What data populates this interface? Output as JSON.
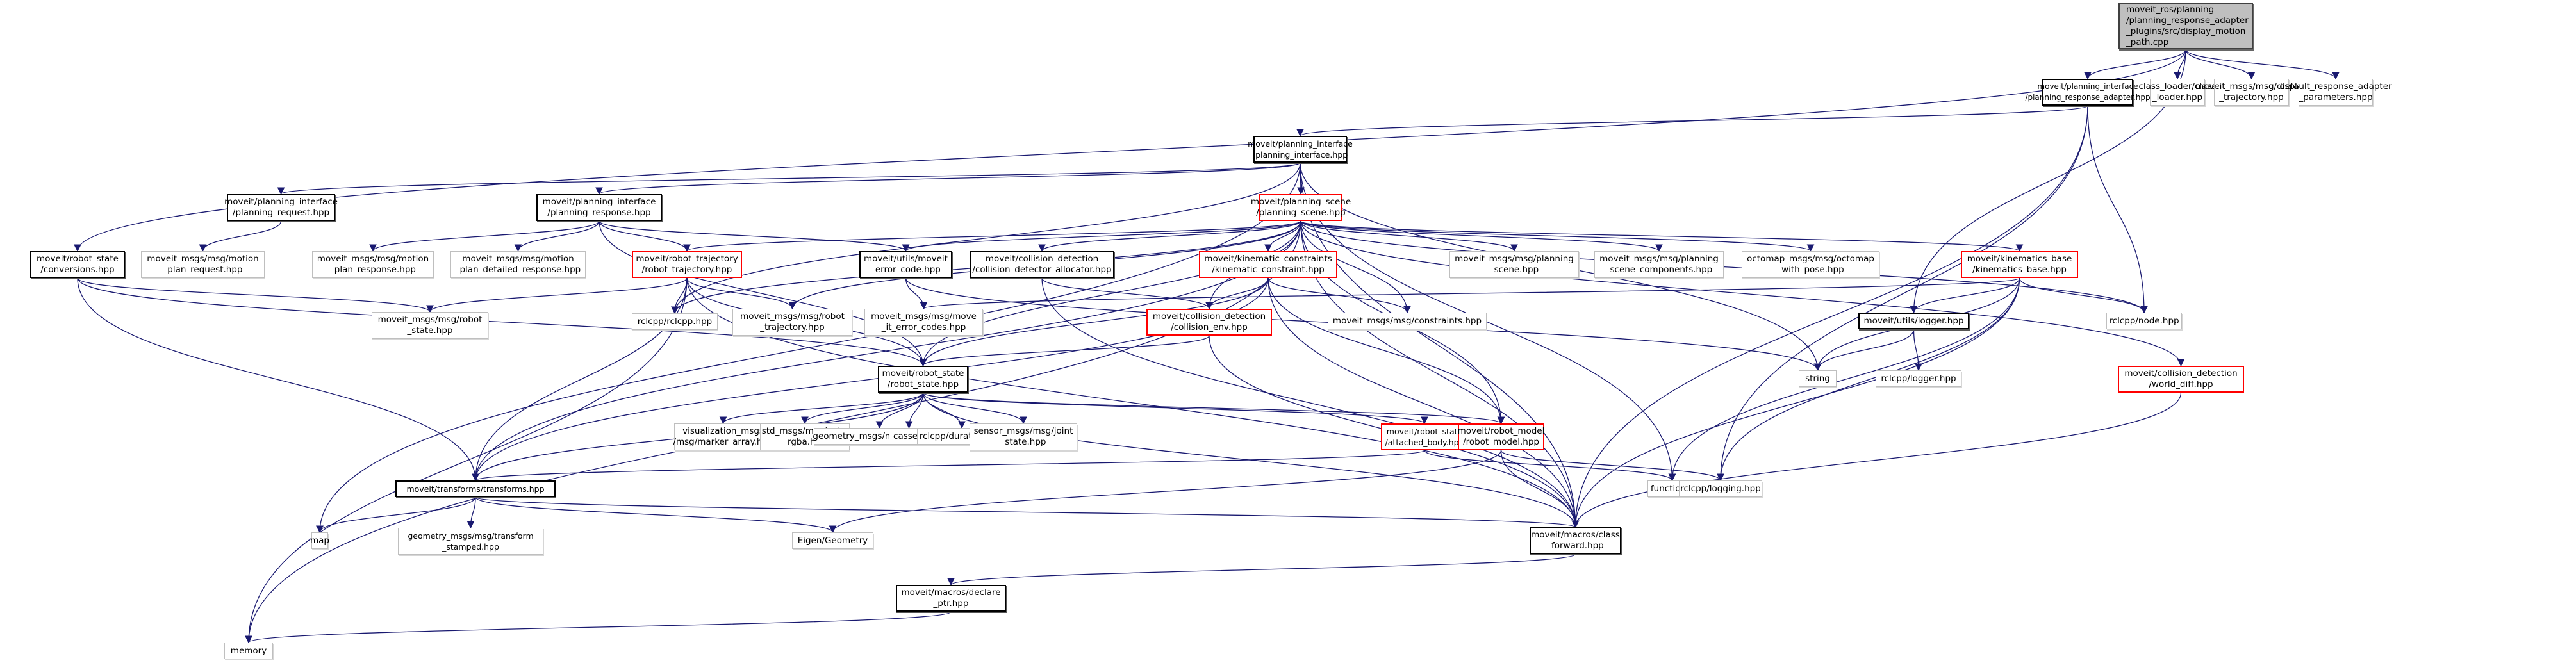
{
  "title": "display_motion_path.cpp include dependency graph",
  "colors": {
    "edge": "#191970",
    "documented_border": "#000000",
    "truncated_border": "#ff0000",
    "external_border": "#bfbfbf",
    "root_fill": "#bfbfbf"
  },
  "nodes": [
    {
      "id": "root",
      "label": "moveit_ros/planning\n/planning_response_adapter\n_plugins/src/display_motion\n_path.cpp",
      "kind": "root"
    },
    {
      "id": "pra",
      "label": "moveit/planning_interface\n/planning_response_adapter.hpp",
      "kind": "documented"
    },
    {
      "id": "classloader",
      "label": "class_loader/class\n_loader.hpp",
      "kind": "external"
    },
    {
      "id": "displaytraj",
      "label": "moveit_msgs/msg/display\n_trajectory.hpp",
      "kind": "external"
    },
    {
      "id": "defparams",
      "label": "default_response_adapter\n_parameters.hpp",
      "kind": "external"
    },
    {
      "id": "pi",
      "label": "moveit/planning_interface\n/planning_interface.hpp",
      "kind": "documented"
    },
    {
      "id": "preq",
      "label": "moveit/planning_interface\n/planning_request.hpp",
      "kind": "documented"
    },
    {
      "id": "presp",
      "label": "moveit/planning_interface\n/planning_response.hpp",
      "kind": "documented"
    },
    {
      "id": "ps",
      "label": "moveit/planning_scene\n/planning_scene.hpp",
      "kind": "truncated"
    },
    {
      "id": "conv",
      "label": "moveit/robot_state\n/conversions.hpp",
      "kind": "documented"
    },
    {
      "id": "mpreq",
      "label": "moveit_msgs/msg/motion\n_plan_request.hpp",
      "kind": "external"
    },
    {
      "id": "mpresp",
      "label": "moveit_msgs/msg/motion\n_plan_response.hpp",
      "kind": "external"
    },
    {
      "id": "mpdet",
      "label": "moveit_msgs/msg/motion\n_plan_detailed_response.hpp",
      "kind": "external"
    },
    {
      "id": "rt",
      "label": "moveit/robot_trajectory\n/robot_trajectory.hpp",
      "kind": "truncated"
    },
    {
      "id": "errcode",
      "label": "moveit/utils/moveit\n_error_code.hpp",
      "kind": "documented"
    },
    {
      "id": "cda",
      "label": "moveit/collision_detection\n/collision_detector_allocator.hpp",
      "kind": "documented"
    },
    {
      "id": "kc",
      "label": "moveit/kinematic_constraints\n/kinematic_constraint.hpp",
      "kind": "truncated"
    },
    {
      "id": "psmsg",
      "label": "moveit_msgs/msg/planning\n_scene.hpp",
      "kind": "external"
    },
    {
      "id": "pscomp",
      "label": "moveit_msgs/msg/planning\n_scene_components.hpp",
      "kind": "external"
    },
    {
      "id": "octomap",
      "label": "octomap_msgs/msg/octomap\n_with_pose.hpp",
      "kind": "external"
    },
    {
      "id": "kb",
      "label": "moveit/kinematics_base\n/kinematics_base.hpp",
      "kind": "truncated"
    },
    {
      "id": "rsmsg",
      "label": "moveit_msgs/msg/robot\n_state.hpp",
      "kind": "external"
    },
    {
      "id": "rclcpp",
      "label": "rclcpp/rclcpp.hpp",
      "kind": "external"
    },
    {
      "id": "rtmsg",
      "label": "moveit_msgs/msg/robot\n_trajectory.hpp",
      "kind": "external"
    },
    {
      "id": "errmsg",
      "label": "moveit_msgs/msg/move\n_it_error_codes.hpp",
      "kind": "external"
    },
    {
      "id": "ce",
      "label": "moveit/collision_detection\n/collision_env.hpp",
      "kind": "truncated"
    },
    {
      "id": "constraints",
      "label": "moveit_msgs/msg/constraints.hpp",
      "kind": "external"
    },
    {
      "id": "logger",
      "label": "moveit/utils/logger.hpp",
      "kind": "documented"
    },
    {
      "id": "node",
      "label": "rclcpp/node.hpp",
      "kind": "external"
    },
    {
      "id": "string",
      "label": "string",
      "kind": "external"
    },
    {
      "id": "rcllogger",
      "label": "rclcpp/logger.hpp",
      "kind": "external"
    },
    {
      "id": "worlddiff",
      "label": "moveit/collision_detection\n/world_diff.hpp",
      "kind": "truncated"
    },
    {
      "id": "rs",
      "label": "moveit/robot_state\n/robot_state.hpp",
      "kind": "documented"
    },
    {
      "id": "marker",
      "label": "visualization_msgs\n/msg/marker_array.hpp",
      "kind": "external"
    },
    {
      "id": "color",
      "label": "std_msgs/msg/color\n_rgba.hpp",
      "kind": "external"
    },
    {
      "id": "twist",
      "label": "geometry_msgs/msg/twist.hpp",
      "kind": "external"
    },
    {
      "id": "cassert",
      "label": "cassert",
      "kind": "external"
    },
    {
      "id": "duration",
      "label": "rclcpp/duration.hpp",
      "kind": "external"
    },
    {
      "id": "jointstate",
      "label": "sensor_msgs/msg/joint\n_state.hpp",
      "kind": "external"
    },
    {
      "id": "ab",
      "label": "moveit/robot_state\n/attached_body.hpp",
      "kind": "truncated"
    },
    {
      "id": "rm",
      "label": "moveit/robot_model\n/robot_model.hpp",
      "kind": "truncated"
    },
    {
      "id": "functional",
      "label": "functional",
      "kind": "external"
    },
    {
      "id": "logging",
      "label": "rclcpp/logging.hpp",
      "kind": "external"
    },
    {
      "id": "tf",
      "label": "moveit/transforms/transforms.hpp",
      "kind": "documented"
    },
    {
      "id": "map",
      "label": "map",
      "kind": "external"
    },
    {
      "id": "tfstamped",
      "label": "geometry_msgs/msg/transform\n_stamped.hpp",
      "kind": "external"
    },
    {
      "id": "eigen",
      "label": "Eigen/Geometry",
      "kind": "external"
    },
    {
      "id": "cf",
      "label": "moveit/macros/class\n_forward.hpp",
      "kind": "documented"
    },
    {
      "id": "dp",
      "label": "moveit/macros/declare\n_ptr.hpp",
      "kind": "documented"
    },
    {
      "id": "memory",
      "label": "memory",
      "kind": "external"
    }
  ],
  "edges": [
    [
      "root",
      "pra"
    ],
    [
      "root",
      "classloader"
    ],
    [
      "root",
      "displaytraj"
    ],
    [
      "root",
      "defparams"
    ],
    [
      "root",
      "conv"
    ],
    [
      "root",
      "logger"
    ],
    [
      "pra",
      "pi"
    ],
    [
      "pra",
      "node"
    ],
    [
      "pra",
      "logging"
    ],
    [
      "pra",
      "cf"
    ],
    [
      "pi",
      "preq"
    ],
    [
      "pi",
      "presp"
    ],
    [
      "pi",
      "ps"
    ],
    [
      "pi",
      "rclcpp"
    ],
    [
      "pi",
      "string"
    ],
    [
      "pi",
      "map"
    ],
    [
      "pi",
      "cf"
    ],
    [
      "pi",
      "functional"
    ],
    [
      "preq",
      "mpreq"
    ],
    [
      "presp",
      "mpresp"
    ],
    [
      "presp",
      "mpdet"
    ],
    [
      "presp",
      "rt"
    ],
    [
      "presp",
      "errcode"
    ],
    [
      "presp",
      "rs"
    ],
    [
      "conv",
      "rsmsg"
    ],
    [
      "conv",
      "tf"
    ],
    [
      "conv",
      "rs"
    ],
    [
      "ps",
      "rt"
    ],
    [
      "ps",
      "errcode"
    ],
    [
      "ps",
      "cda"
    ],
    [
      "ps",
      "kc"
    ],
    [
      "ps",
      "psmsg"
    ],
    [
      "ps",
      "pscomp"
    ],
    [
      "ps",
      "octomap"
    ],
    [
      "ps",
      "kb"
    ],
    [
      "ps",
      "rclcpp"
    ],
    [
      "ps",
      "rtmsg"
    ],
    [
      "ps",
      "ce"
    ],
    [
      "ps",
      "rs"
    ],
    [
      "ps",
      "rm"
    ],
    [
      "ps",
      "worlddiff"
    ],
    [
      "ps",
      "node"
    ],
    [
      "ps",
      "memory"
    ],
    [
      "ps",
      "cf"
    ],
    [
      "ps",
      "tf"
    ],
    [
      "ps",
      "constraints"
    ],
    [
      "rt",
      "rclcpp"
    ],
    [
      "rt",
      "rtmsg"
    ],
    [
      "rt",
      "rs"
    ],
    [
      "rt",
      "rsmsg"
    ],
    [
      "rt",
      "tf"
    ],
    [
      "rt",
      "memory"
    ],
    [
      "rt",
      "cf"
    ],
    [
      "errcode",
      "errmsg"
    ],
    [
      "errcode",
      "string"
    ],
    [
      "cda",
      "ce"
    ],
    [
      "cda",
      "cf"
    ],
    [
      "kc",
      "ce"
    ],
    [
      "kc",
      "constraints"
    ],
    [
      "kc",
      "rs"
    ],
    [
      "kc",
      "rm"
    ],
    [
      "kc",
      "tf"
    ],
    [
      "kc",
      "cf"
    ],
    [
      "kb",
      "logger"
    ],
    [
      "kb",
      "node"
    ],
    [
      "kb",
      "string"
    ],
    [
      "kb",
      "errmsg"
    ],
    [
      "kb",
      "functional"
    ],
    [
      "kb",
      "logging"
    ],
    [
      "kb",
      "cf"
    ],
    [
      "logger",
      "string"
    ],
    [
      "logger",
      "rcllogger"
    ],
    [
      "ce",
      "rs"
    ],
    [
      "ce",
      "cf"
    ],
    [
      "worlddiff",
      "cf"
    ],
    [
      "rs",
      "marker"
    ],
    [
      "rs",
      "color"
    ],
    [
      "rs",
      "twist"
    ],
    [
      "rs",
      "cassert"
    ],
    [
      "rs",
      "duration"
    ],
    [
      "rs",
      "jointstate"
    ],
    [
      "rs",
      "ab"
    ],
    [
      "rs",
      "rm"
    ],
    [
      "rs",
      "tf"
    ],
    [
      "rs",
      "cf"
    ],
    [
      "ab",
      "functional"
    ],
    [
      "ab",
      "tf"
    ],
    [
      "rm",
      "logging"
    ],
    [
      "rm",
      "eigen"
    ],
    [
      "rm",
      "cf"
    ],
    [
      "tf",
      "map"
    ],
    [
      "tf",
      "tfstamped"
    ],
    [
      "tf",
      "eigen"
    ],
    [
      "tf",
      "cf"
    ],
    [
      "cf",
      "dp"
    ],
    [
      "dp",
      "memory"
    ]
  ]
}
